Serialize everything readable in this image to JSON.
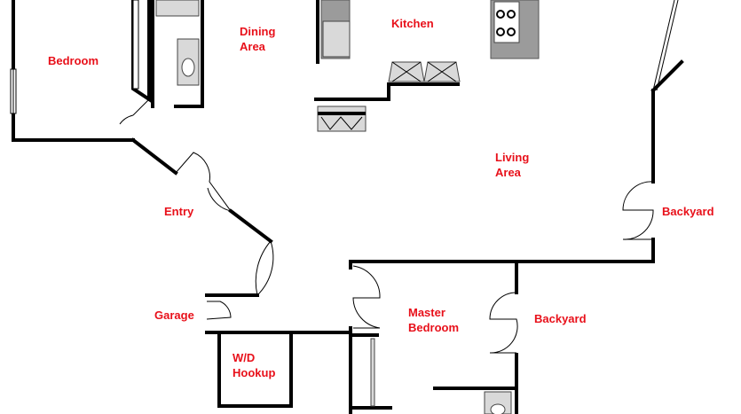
{
  "rooms": {
    "bedroom": "Bedroom",
    "dining_line1": "Dining",
    "dining_line2": "Area",
    "kitchen": "Kitchen",
    "living_line1": "Living",
    "living_line2": "Area",
    "entry": "Entry",
    "backyard_right": "Backyard",
    "garage": "Garage",
    "master_line1": "Master",
    "master_line2": "Bedroom",
    "backyard_master": "Backyard",
    "wd_line1": "W/D",
    "wd_line2": "Hookup"
  },
  "colors": {
    "label": "#e8101a",
    "wall": "#000000",
    "fixture": "#9b9b9b"
  }
}
